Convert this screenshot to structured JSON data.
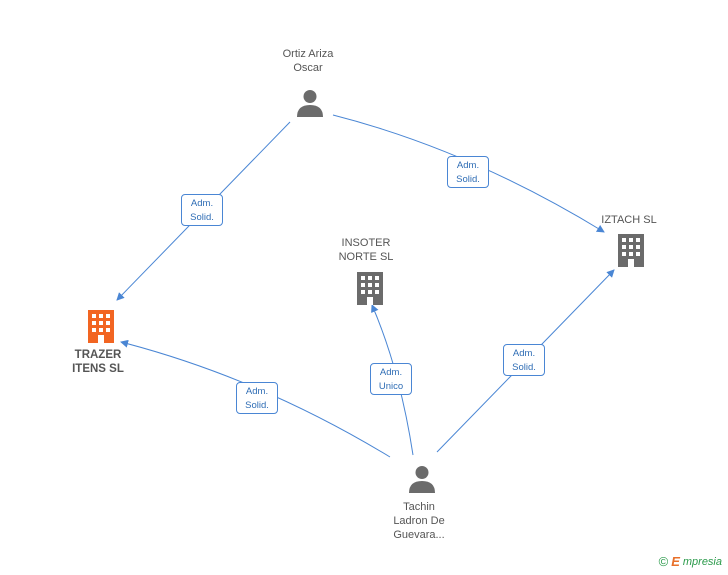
{
  "nodes": {
    "ortiz": {
      "label": "Ortiz Ariza\nOscar",
      "type": "person"
    },
    "trazer": {
      "label": "TRAZER\nITENS SL",
      "type": "company",
      "highlight": true
    },
    "insoter": {
      "label": "INSOTER\nNORTE SL",
      "type": "company"
    },
    "iztach": {
      "label": "IZTACH SL",
      "type": "company"
    },
    "tachin": {
      "label": "Tachin\nLadron De\nGuevara...",
      "type": "person"
    }
  },
  "edges": {
    "ortiz_trazer": "Adm.\nSolid.",
    "ortiz_iztach": "Adm.\nSolid.",
    "tachin_trazer": "Adm.\nSolid.",
    "tachin_insoter": "Adm.\nUnico",
    "tachin_iztach": "Adm.\nSolid."
  },
  "colors": {
    "edge": "#4a86d4",
    "icon": "#6b6b6b",
    "highlight_company": "#f26522"
  },
  "footer": {
    "copyright": "©",
    "brand_initial": "E",
    "brand_rest": "mpresia"
  }
}
